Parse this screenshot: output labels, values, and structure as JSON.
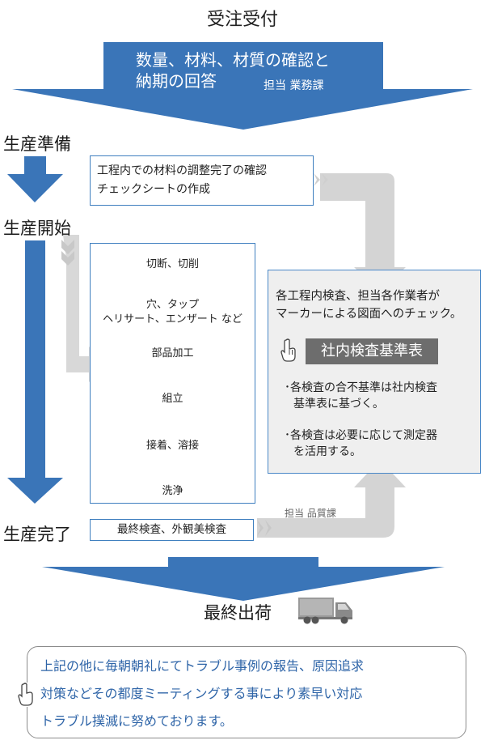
{
  "header": {
    "title": "受注受付",
    "arrow_line1": "数量、材料、材質の確認と",
    "arrow_line2": "納期の回答",
    "arrow_person": "担当 業務課"
  },
  "stages": {
    "prep": "生産準備",
    "start": "生産開始",
    "done": "生産完了"
  },
  "prep_box": {
    "line1": "工程内での材料の調整完了の確認",
    "line2": "チェックシートの作成"
  },
  "process_steps": [
    "切断、切削",
    "穴、タップ",
    "ヘリサート、エンザート など",
    "部品加工",
    "組立",
    "接着、溶接",
    "洗浄"
  ],
  "inspection": {
    "line1": "各工程内検査、担当各作業者が",
    "line2": "マーカーによる図面へのチェック。",
    "badge": "社内検査基準表",
    "bullet1_line1": "･各検査の合不基準は社内検査",
    "bullet1_line2": "基準表に基づく。",
    "bullet2_line1": "･各検査は必要に応じて測定器",
    "bullet2_line2": "を活用する。",
    "person": "担当 品質課"
  },
  "final_box": "最終検査、外観美検査",
  "shipping": "最終出荷",
  "footer": {
    "line1": "上記の他に毎朝朝礼にてトラブル事例の報告、原因追求",
    "line2": "対策などその都度ミーティングする事により素早い対応",
    "line3": "トラブル撲滅に努めております。"
  },
  "colors": {
    "blue": "#3a75b8",
    "gray_arrow": "#d4d4d4",
    "badge_bg": "#6d6d6d",
    "panel_bg": "#efefef",
    "footer_text": "#2f65a8"
  }
}
